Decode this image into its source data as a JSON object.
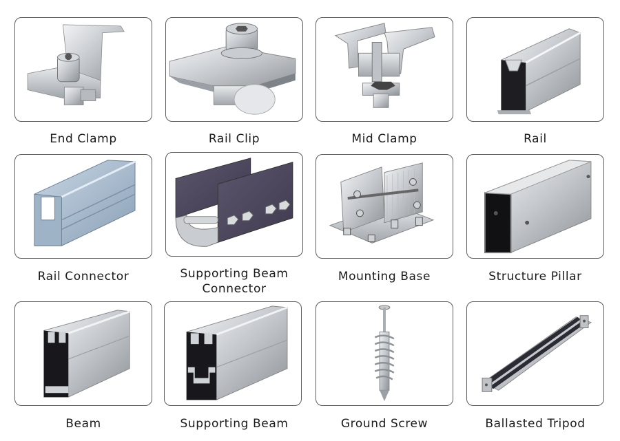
{
  "products": [
    {
      "label": "End Clamp",
      "icon": "end-clamp-icon"
    },
    {
      "label": "Rail Clip",
      "icon": "rail-clip-icon"
    },
    {
      "label": "Mid Clamp",
      "icon": "mid-clamp-icon"
    },
    {
      "label": "Rail",
      "icon": "rail-icon"
    },
    {
      "label": "Rail Connector",
      "icon": "rail-connector-icon"
    },
    {
      "label_line1": "Supporting Beam",
      "label_line2": "Connector",
      "icon": "supporting-beam-connector-icon"
    },
    {
      "label": "Mounting Base",
      "icon": "mounting-base-icon"
    },
    {
      "label": "Structure Pillar",
      "icon": "structure-pillar-icon"
    },
    {
      "label": "Beam",
      "icon": "beam-icon"
    },
    {
      "label": "Supporting Beam",
      "icon": "supporting-beam-icon"
    },
    {
      "label": "Ground Screw",
      "icon": "ground-screw-icon"
    },
    {
      "label": "Ballasted Tripod",
      "icon": "ballasted-tripod-icon"
    }
  ]
}
